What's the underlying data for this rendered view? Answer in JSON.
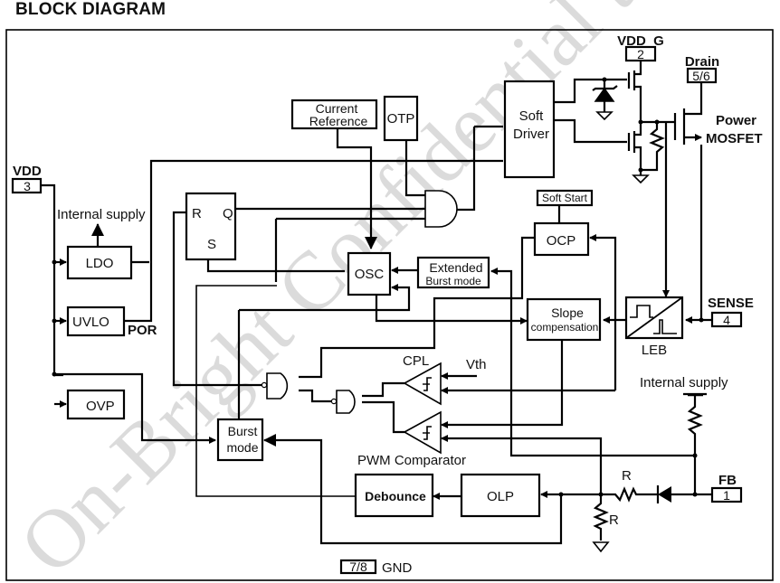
{
  "title": "BLOCK DIAGRAM",
  "watermark": "On-Bright Confidential to 代理",
  "pins": {
    "vdd": {
      "label": "VDD",
      "number": "3"
    },
    "vdd_g": {
      "label": "VDD_G",
      "number": "2"
    },
    "drain": {
      "label": "Drain",
      "number": "5/6"
    },
    "sense": {
      "label": "SENSE",
      "number": "4"
    },
    "fb": {
      "label": "FB",
      "number": "1"
    },
    "gnd": {
      "label": "GND",
      "number": "7/8"
    }
  },
  "blocks": {
    "ldo": "LDO",
    "uvlo": "UVLO",
    "ovp": "OVP",
    "current_reference_1": "Current",
    "current_reference_2": "Reference",
    "otp": "OTP",
    "soft_driver_1": "Soft",
    "soft_driver_2": "Driver",
    "osc": "OSC",
    "extended_burst_1": "Extended",
    "extended_burst_2": "Burst mode",
    "soft_start": "Soft Start",
    "ocp": "OCP",
    "slope_comp_1": "Slope",
    "slope_comp_2": "compensation",
    "leb": "LEB",
    "burst_mode_1": "Burst",
    "burst_mode_2": "mode",
    "debounce": "Debounce",
    "olp": "OLP"
  },
  "flipflop": {
    "r": "R",
    "q": "Q",
    "s": "S"
  },
  "labels": {
    "internal_supply_left": "Internal supply",
    "internal_supply_right": "Internal supply",
    "por": "POR",
    "power_mosfet_1": "Power",
    "power_mosfet_2": "MOSFET",
    "cpl": "CPL",
    "vth": "Vth",
    "pwm_comparator": "PWM Comparator",
    "resistor_r_1": "R",
    "resistor_r_2": "R"
  }
}
